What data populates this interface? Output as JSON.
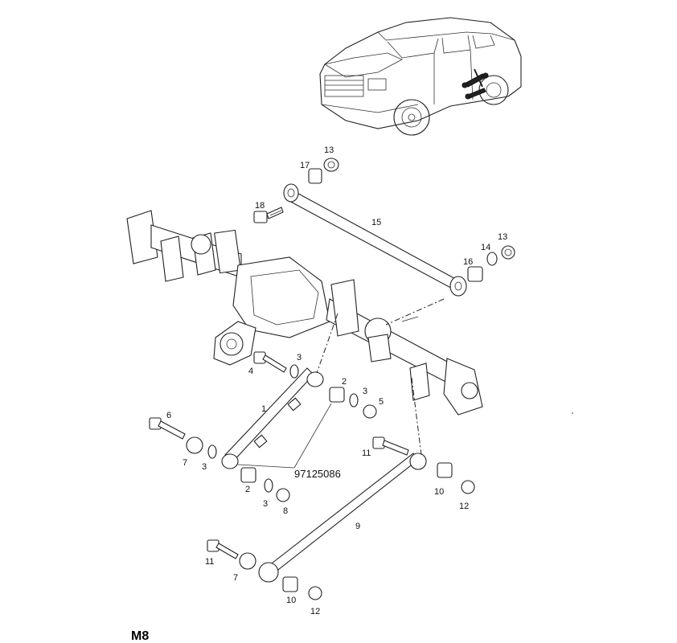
{
  "diagram": {
    "page_code": "M8",
    "part_number": "97125086",
    "vehicle_icon": "suv-vehicle-icon",
    "callouts": [
      {
        "id": "c13a",
        "label": "13"
      },
      {
        "id": "c17",
        "label": "17"
      },
      {
        "id": "c18",
        "label": "18"
      },
      {
        "id": "c15",
        "label": "15"
      },
      {
        "id": "c14",
        "label": "14"
      },
      {
        "id": "c13b",
        "label": "13"
      },
      {
        "id": "c16",
        "label": "16"
      },
      {
        "id": "c3a",
        "label": "3"
      },
      {
        "id": "c4",
        "label": "4"
      },
      {
        "id": "c2a",
        "label": "2"
      },
      {
        "id": "c3b",
        "label": "3"
      },
      {
        "id": "c5",
        "label": "5"
      },
      {
        "id": "c1",
        "label": "1"
      },
      {
        "id": "c6",
        "label": "6"
      },
      {
        "id": "c7a",
        "label": "7"
      },
      {
        "id": "c3c",
        "label": "3"
      },
      {
        "id": "c11a",
        "label": "11"
      },
      {
        "id": "c2b",
        "label": "2"
      },
      {
        "id": "c10a",
        "label": "10"
      },
      {
        "id": "c3d",
        "label": "3"
      },
      {
        "id": "c8",
        "label": "8"
      },
      {
        "id": "c12a",
        "label": "12"
      },
      {
        "id": "c9",
        "label": "9"
      },
      {
        "id": "c11b",
        "label": "11"
      },
      {
        "id": "c7b",
        "label": "7"
      },
      {
        "id": "c10b",
        "label": "10"
      },
      {
        "id": "c12b",
        "label": "12"
      }
    ]
  }
}
